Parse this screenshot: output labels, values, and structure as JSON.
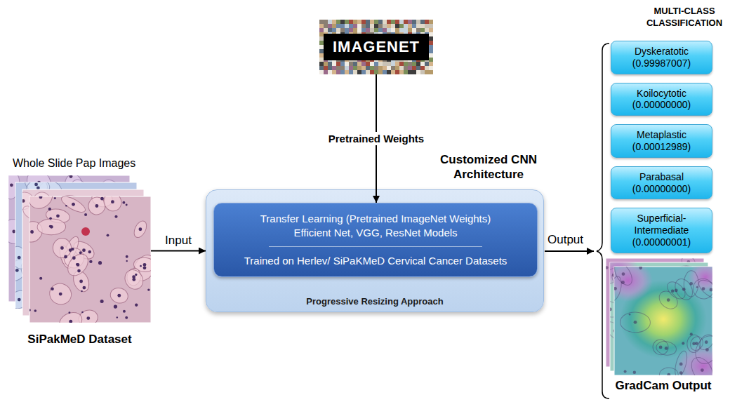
{
  "diagram": {
    "nodes": [
      {
        "text": [
          "IMAGENET"
        ]
      },
      {
        "text": [
          "Whole Slide Pap Images",
          "SiPakMeD Dataset"
        ]
      },
      {
        "text": [
          "Customized CNN Architecture",
          "Progressive Resizing Approach"
        ]
      },
      {
        "text": [
          "Transfer Learning (Pretrained ImageNet Weights) Efficient Net, VGG, ResNet Models",
          "Trained on Herlev/ SiPaKMeD Cervical Cancer Datasets"
        ],
        "in": 2
      },
      {
        "text": [
          "Dyskeratotic",
          "(0.99987007)"
        ]
      },
      {
        "text": [
          "Koilocytotic",
          "(0.00000000)"
        ]
      },
      {
        "text": [
          "Metaplastic",
          "(0.00012989)"
        ]
      },
      {
        "text": [
          "Parabasal",
          "(0.00000000)"
        ]
      },
      {
        "text": [
          "Superficial-Intermediate",
          "(0.00000001)"
        ]
      },
      {
        "text": [
          "GradCam Output"
        ]
      }
    ],
    "edges": [
      {
        "from": 0,
        "to": 3,
        "arrow": "to",
        "label": "Pretrained Weights"
      },
      {
        "from": 1,
        "to": 2,
        "arrow": "to",
        "label": "Input"
      }
    ],
    "labels": [
      "MULTI-CLASS CLASSIFICATION",
      "Output"
    ]
  }
}
